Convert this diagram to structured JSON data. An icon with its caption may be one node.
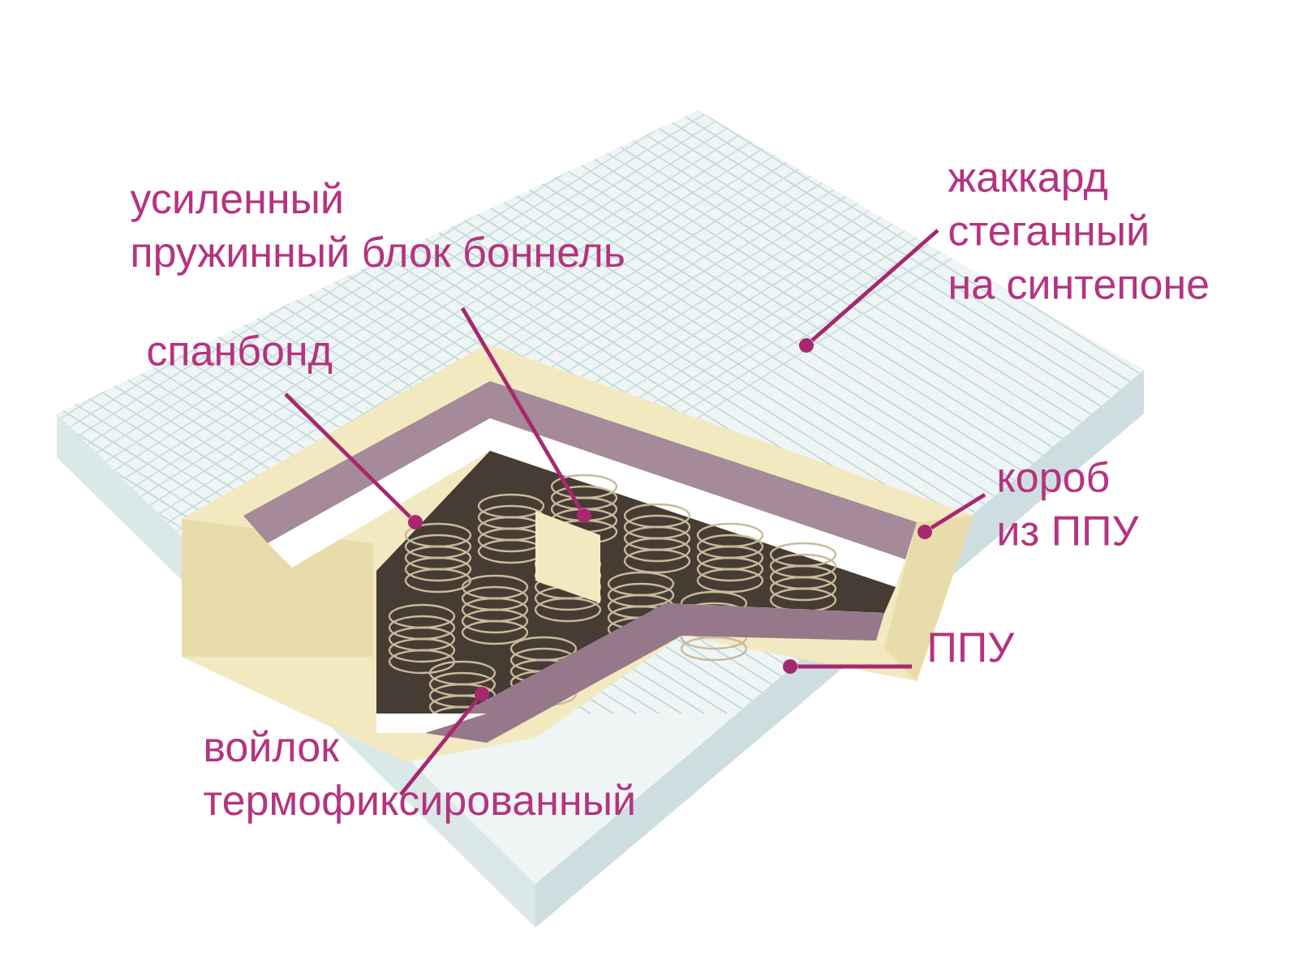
{
  "diagram": {
    "nodes": [
      {
        "text": [
          "усиленный пружинный блок боннель"
        ]
      },
      {
        "text": [
          "спанбонд"
        ]
      },
      {
        "text": [
          "жаккард стеганный на синтепоне"
        ]
      },
      {
        "text": [
          "короб из ППУ"
        ]
      },
      {
        "text": [
          "ППУ"
        ]
      },
      {
        "text": [
          "войлок термофиксированный"
        ]
      },
      {
        "text": [],
        "shape": "circle"
      },
      {
        "text": [],
        "shape": "circle"
      },
      {
        "text": [],
        "shape": "circle"
      },
      {
        "text": [],
        "shape": "circle"
      },
      {
        "text": [],
        "shape": "circle"
      },
      {
        "text": [],
        "shape": "circle"
      }
    ],
    "edges": [
      {
        "from": 0,
        "to": 8,
        "arrow": "none"
      },
      {
        "from": 1,
        "to": 6,
        "arrow": "none"
      },
      {
        "from": 2,
        "to": 7,
        "arrow": "none"
      },
      {
        "from": 3,
        "to": 9,
        "arrow": "none"
      },
      {
        "from": 4,
        "to": 10,
        "arrow": "none"
      },
      {
        "from": 5,
        "to": 11,
        "arrow": "none"
      }
    ]
  }
}
